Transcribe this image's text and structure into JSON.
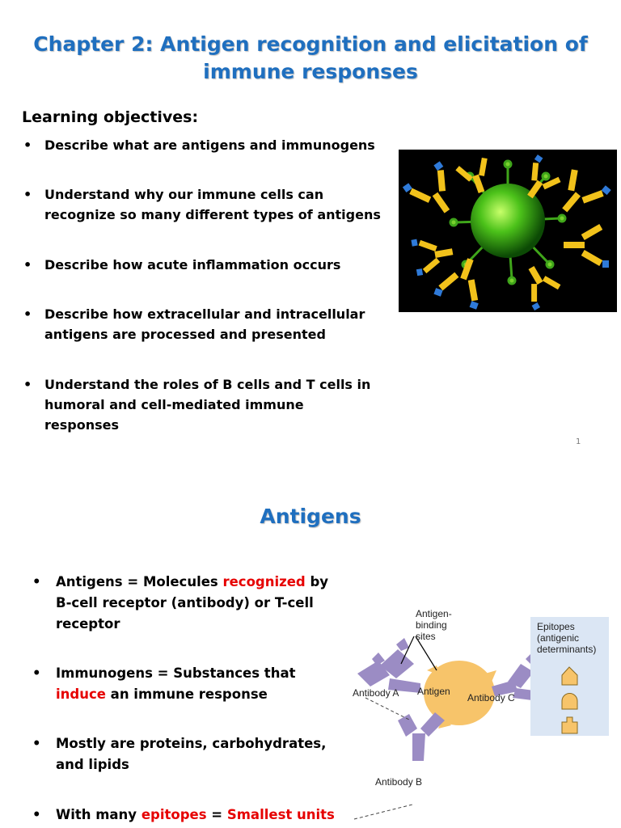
{
  "slide1": {
    "title_line1": "Chapter 2: Antigen recognition and elicitation of",
    "title_line2": "immune responses",
    "objectives_heading": "Learning objectives:",
    "objectives": [
      {
        "line1": "Describe what are antigens and immunogens"
      },
      {
        "line1": "Understand why our immune cells can",
        "line2": "recognize so many different types of antigens"
      },
      {
        "line1": "Describe how acute inflammation occurs"
      },
      {
        "line1": "Describe how extracellular and intracellular",
        "line2": "antigens are processed and presented"
      },
      {
        "line1": "Understand the roles of B cells and T cells in",
        "line2": "humoral and cell-mediated immune",
        "line3": "responses"
      }
    ],
    "page_number": "1"
  },
  "slide2": {
    "title": "Antigens",
    "bullets": {
      "b1_pre": "Antigens = Molecules ",
      "b1_red": "recognized",
      "b1_post": " by",
      "b1_line2": "B-cell receptor (antibody) or T-cell",
      "b1_line3": "receptor",
      "b2_line1": "Immunogens = Substances that",
      "b2_red": "induce",
      "b2_post": " an immune response",
      "b3_line1": "Mostly are proteins, carbohydrates,",
      "b3_line2": "and lipids",
      "b4_pre": "With many ",
      "b4_red1": "epitopes",
      "b4_mid": " = ",
      "b4_red2": "Smallest units"
    },
    "diagram": {
      "binding_sites_l1": "Antigen-",
      "binding_sites_l2": "binding",
      "binding_sites_l3": "sites",
      "antigen": "Antigen",
      "antibody_a": "Antibody A",
      "antibody_b": "Antibody B",
      "antibody_c": "Antibody C",
      "epitopes_l1": "Epitopes",
      "epitopes_l2": "(antigenic",
      "epitopes_l3": "determinants)"
    }
  },
  "colors": {
    "title_blue": "#1f6fbf",
    "highlight_red": "#e60000",
    "antibody_purple": "#9b8cc4",
    "antigen_orange": "#f7c46a",
    "epitope_box": "#dbe6f4",
    "virus_green": "#4cc21a"
  }
}
